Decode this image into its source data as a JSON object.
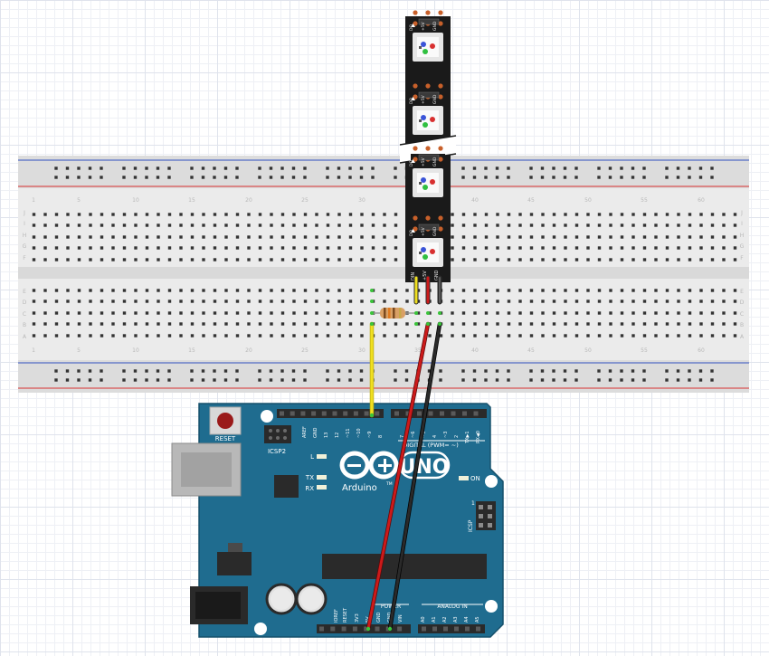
{
  "breadboard": {
    "column_numbers": [
      "1",
      "5",
      "10",
      "15",
      "20",
      "25",
      "30",
      "35",
      "40",
      "45",
      "50",
      "55",
      "60"
    ],
    "rows_top": [
      "J",
      "I",
      "H",
      "G",
      "F"
    ],
    "rows_bottom": [
      "E",
      "D",
      "C",
      "B",
      "A"
    ]
  },
  "led_strip": {
    "pad_labels": {
      "in": "DIN",
      "vcc": "+5V",
      "gnd": "GND",
      "out": "DO"
    },
    "pixel_count": 4
  },
  "arduino": {
    "reset_label": "RESET",
    "icsp2_label": "ICSP2",
    "l_label": "L",
    "tx_label": "TX",
    "rx_label": "RX",
    "on_label": "ON",
    "icsp_label": "ICSP",
    "icsp_pin1": "1",
    "brand": "Arduino",
    "tm": "TM",
    "uno": "UNO",
    "digital_label": "DIGITAL (PWM= ~)",
    "header_top_pins": [
      "AREF",
      "GND",
      "13",
      "12",
      "~11",
      "~10",
      "~9",
      "8",
      "7",
      "~6",
      "~5",
      "4",
      "~3",
      "2",
      "TX▶1",
      "RX◀0"
    ],
    "power_label": "POWER",
    "power_pins": [
      "IOREF",
      "RESET",
      "3V3",
      "5V",
      "GND",
      "GND",
      "VIN"
    ],
    "analog_label": "ANALOG IN",
    "analog_pins": [
      "A0",
      "A1",
      "A2",
      "A3",
      "A4",
      "A5"
    ]
  },
  "colors": {
    "board": "#1f6c8f",
    "wire_signal": "#f0e020",
    "wire_power": "#cc1a1a",
    "wire_ground": "#1a1a1a",
    "strip": "#1a1a1a",
    "rail_red": "#d83030",
    "rail_blue": "#3050c0"
  }
}
